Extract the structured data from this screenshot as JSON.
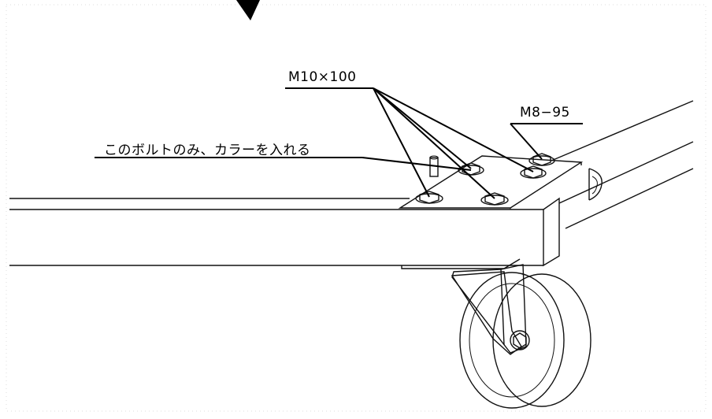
{
  "labels": {
    "bolt_main": "M10×100",
    "bolt_secondary": "M8−95",
    "collar_note": "このボルトのみ、カラーを入れる"
  },
  "colors": {
    "line": "#111111",
    "background": "#ffffff"
  }
}
